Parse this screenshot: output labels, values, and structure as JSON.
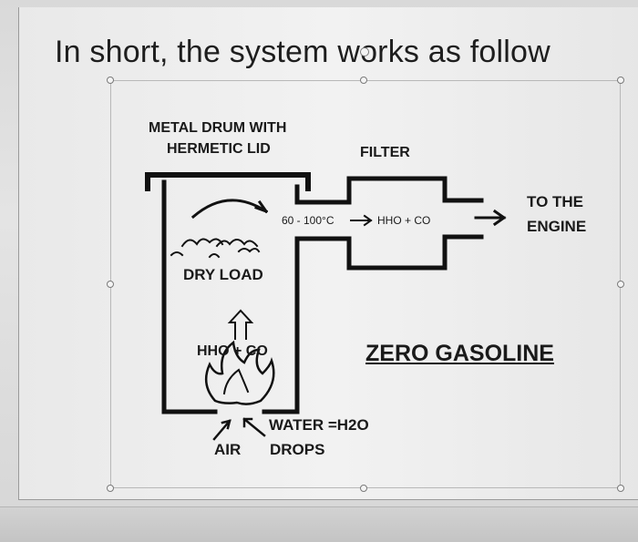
{
  "slide": {
    "title": "In short, the system works as follow"
  },
  "diagram": {
    "drum_label_line1": "METAL DRUM WITH",
    "drum_label_line2": "HERMETIC LID",
    "filter_label": "FILTER",
    "temp_label": "60 - 100°C",
    "gas_label": "HHO + CO",
    "engine_line1": "TO THE",
    "engine_line2": "ENGINE",
    "dry_load_label": "DRY LOAD",
    "hho_co_label": "HHO + CO",
    "zero_gasoline": "ZERO GASOLINE",
    "water_label": "WATER =H2O",
    "air_label": "AIR",
    "drops_label": "DROPS"
  }
}
